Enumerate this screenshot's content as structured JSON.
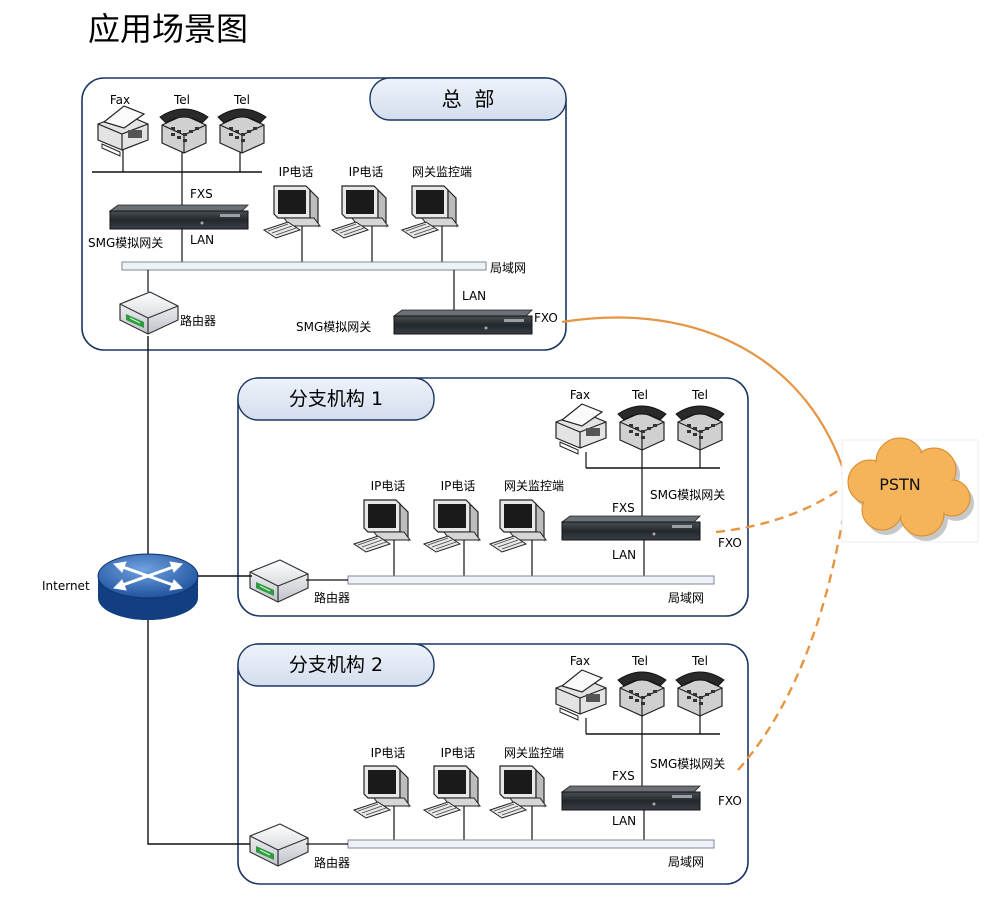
{
  "page": {
    "title": "应用场景图"
  },
  "colors": {
    "panel_border": "#1c3763",
    "panel_fill": "#ffffff",
    "tab_fill": "#dce5f2",
    "pstn_line": "#e69543",
    "pstn_cloud": "#f5b45a",
    "lan_bar": "#eef1f6"
  },
  "headquarters": {
    "title": "总  部",
    "devices": {
      "fax": "Fax",
      "tel1": "Tel",
      "tel2": "Tel"
    },
    "fxs": "FXS",
    "gateway1": "SMG模拟网关",
    "gateway1_lan": "LAN",
    "pcs": [
      "IP电话",
      "IP电话",
      "网关监控端"
    ],
    "lan_name": "局域网",
    "gateway2_lan": "LAN",
    "gateway2": "SMG模拟网关",
    "fxo": "FXO",
    "router": "路由器"
  },
  "branch1": {
    "title": "分支机构 1",
    "devices": {
      "fax": "Fax",
      "tel1": "Tel",
      "tel2": "Tel"
    },
    "pcs": [
      "IP电话",
      "IP电话",
      "网关监控端"
    ],
    "gateway": "SMG模拟网关",
    "fxs": "FXS",
    "fxo": "FXO",
    "lan": "LAN",
    "lan_name": "局域网",
    "router": "路由器"
  },
  "branch2": {
    "title": "分支机构 2",
    "devices": {
      "fax": "Fax",
      "tel1": "Tel",
      "tel2": "Tel"
    },
    "pcs": [
      "IP电话",
      "IP电话",
      "网关监控端"
    ],
    "gateway": "SMG模拟网关",
    "fxs": "FXS",
    "fxo": "FXO",
    "lan": "LAN",
    "lan_name": "局域网",
    "router": "路由器"
  },
  "internet": "Internet",
  "pstn": "PSTN"
}
